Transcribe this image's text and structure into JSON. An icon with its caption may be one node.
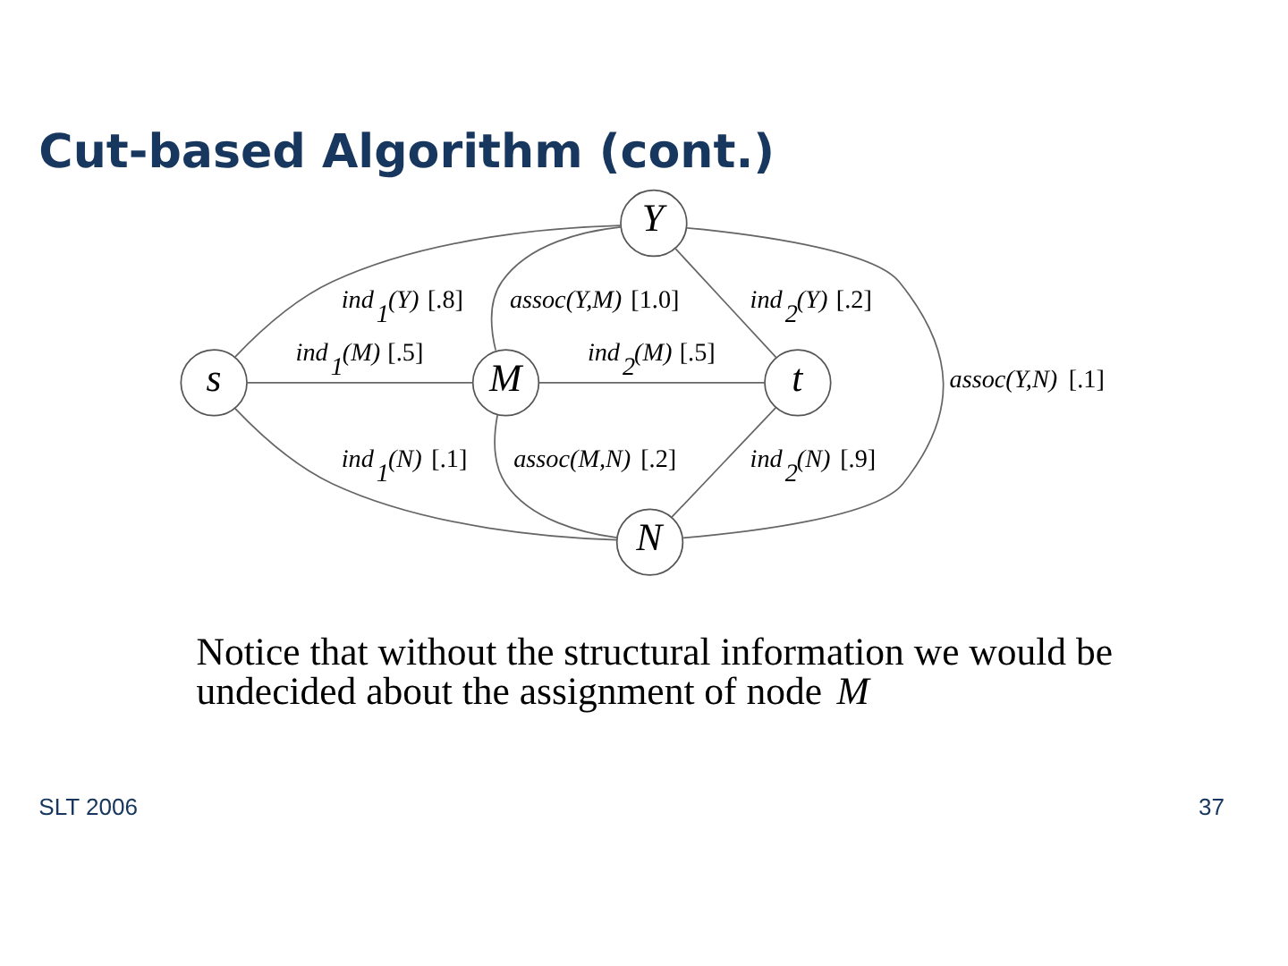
{
  "diagram": {
    "title": "Cut-based Algorithm (cont.)",
    "caption": "Notice that without the structural information we would be undecided about the assignment of node *M*",
    "nodes": [
      {
        "text": [
          "Y"
        ]
      },
      {
        "text": [
          "s"
        ]
      },
      {
        "text": [
          "M"
        ]
      },
      {
        "text": [
          "t"
        ]
      },
      {
        "text": [
          "N"
        ]
      }
    ],
    "edges": [
      {
        "from": 0,
        "to": 1,
        "arrow": "none",
        "label": "*ind$_{1}$(Y)* [.8]"
      },
      {
        "from": 0,
        "to": 3,
        "arrow": "none",
        "label": "*ind$_{2}$(Y)* [.2]"
      },
      {
        "from": 0,
        "to": 2,
        "arrow": "none",
        "label": "*assoc(Y,M)* [1.0]"
      },
      {
        "from": 0,
        "to": 4,
        "arrow": "none",
        "label": "*assoc(Y,N)* [.1]"
      },
      {
        "from": 1,
        "to": 2,
        "arrow": "none",
        "label": "*ind$_{1}$(M)* [.5]"
      },
      {
        "from": 2,
        "to": 3,
        "arrow": "none",
        "label": "*ind$_{2}$(M)* [.5]"
      },
      {
        "from": 2,
        "to": 4,
        "arrow": "none",
        "label": "*assoc(M,N)* [.2]"
      },
      {
        "from": 1,
        "to": 4,
        "arrow": "none",
        "label": "*ind$_{1}$(N)* [.1]"
      },
      {
        "from": 3,
        "to": 4,
        "arrow": "none",
        "label": "*ind$_{2}$(N)* [.9]"
      }
    ],
    "labels": [
      "SLT 2006",
      "37"
    ]
  }
}
